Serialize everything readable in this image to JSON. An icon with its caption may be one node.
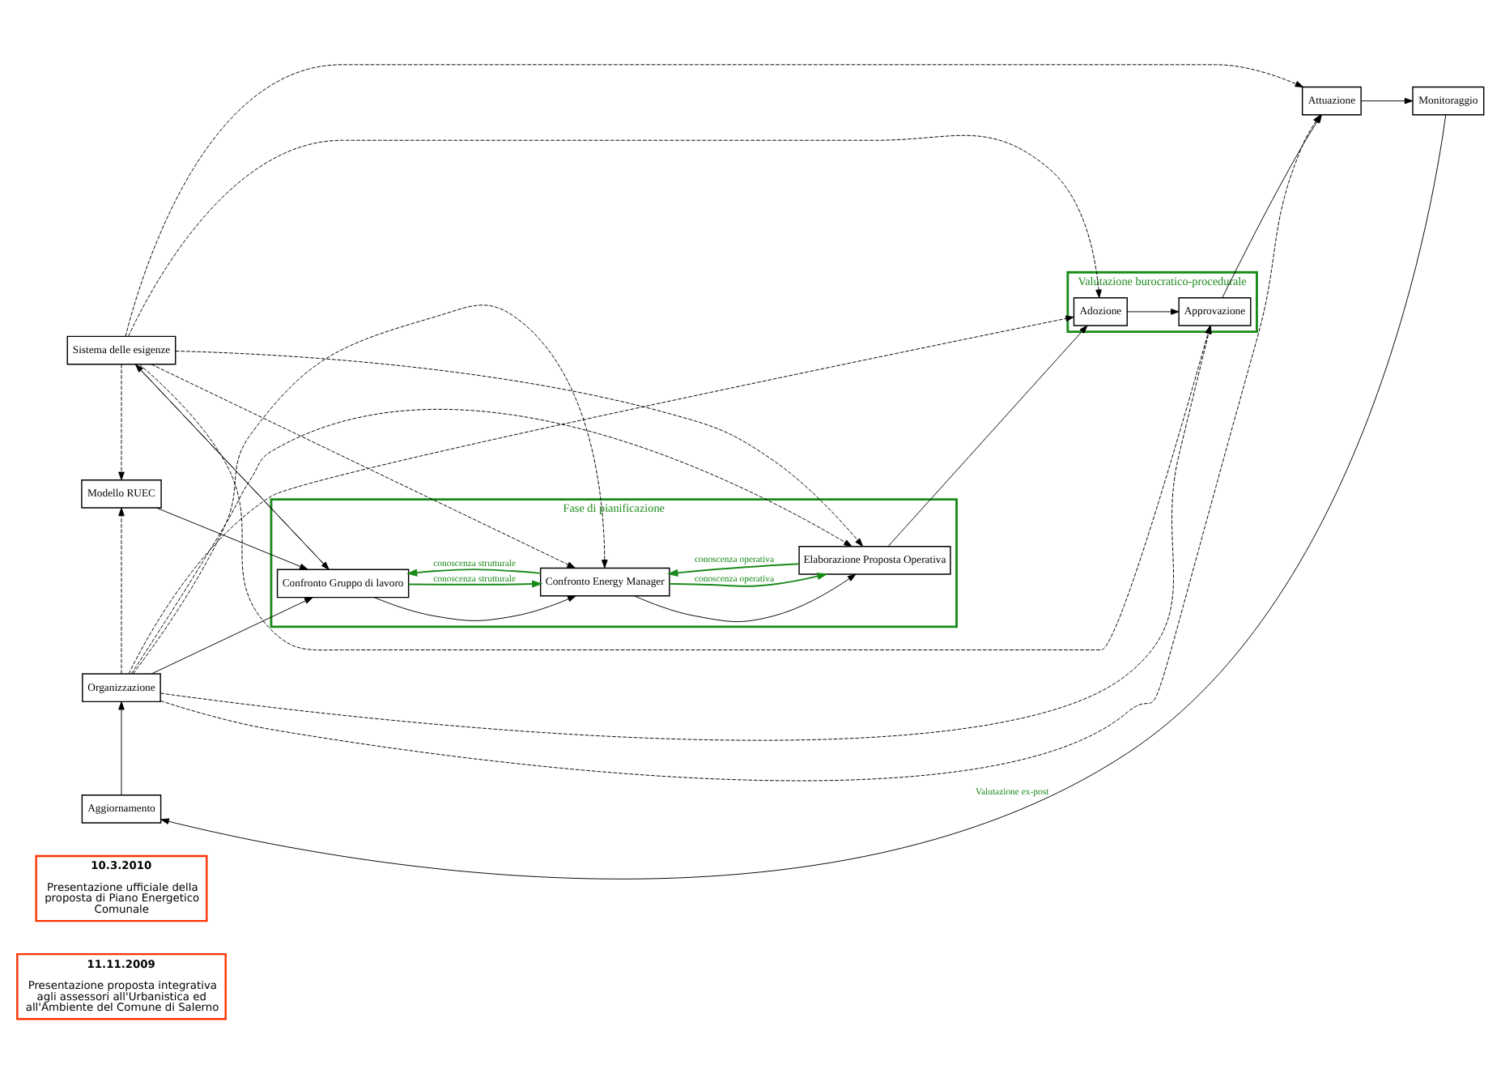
{
  "diagram": {
    "nodes": [
      {
        "text": [
          "11.11.2009",
          "Presentazione proposta integrativa agli assessori all'Urbanistica ed all'Ambiente del Comune di Salerno"
        ]
      },
      {
        "text": [
          "10.3.2010",
          "Presentazione ufficiale della proposta di Piano Energetico Comunale"
        ]
      },
      {
        "text": [
          "Sistema delle esigenze"
        ]
      },
      {
        "text": [
          "Fase di pianificazione"
        ]
      },
      {
        "text": [
          "Valutazione burocratico-procedurale"
        ]
      },
      {
        "text": [
          "Modello RUEC"
        ]
      },
      {
        "text": [
          "Confronto Gruppo di lavoro"
        ],
        "in": 3
      },
      {
        "text": [
          "Confronto Energy Manager"
        ],
        "in": 3
      },
      {
        "text": [
          "Elaborazione Proposta Operativa"
        ],
        "in": 3
      },
      {
        "text": [
          "Adozione"
        ],
        "in": 4
      },
      {
        "text": [
          "Approvazione"
        ],
        "in": 4
      },
      {
        "text": [
          "Attuazione"
        ]
      },
      {
        "text": [
          "Organizzazione"
        ]
      },
      {
        "text": [
          "Aggiornamento"
        ]
      },
      {
        "text": [
          "Monitoraggio"
        ]
      }
    ],
    "edges": [
      {
        "from": 5,
        "to": 6,
        "arrow": "to"
      },
      {
        "from": 6,
        "to": 7,
        "arrow": "to"
      },
      {
        "from": 7,
        "to": 8,
        "arrow": "to"
      },
      {
        "from": 8,
        "to": 9,
        "arrow": "to"
      },
      {
        "from": 9,
        "to": 10,
        "arrow": "to"
      },
      {
        "from": 10,
        "to": 11,
        "arrow": "to"
      },
      {
        "from": 2,
        "to": 6,
        "arrow": "to"
      },
      {
        "from": 6,
        "to": 2,
        "arrow": "to"
      },
      {
        "from": 2,
        "to": 5,
        "arrow": "to",
        "style": "dashed"
      },
      {
        "from": 2,
        "to": 7,
        "arrow": "to",
        "style": "dashed"
      },
      {
        "from": 2,
        "to": 8,
        "arrow": "to",
        "style": "dashed"
      },
      {
        "from": 2,
        "to": 9,
        "arrow": "to",
        "style": "dashed"
      },
      {
        "from": 2,
        "to": 10,
        "arrow": "to",
        "style": "dashed"
      },
      {
        "from": 2,
        "to": 11,
        "arrow": "to",
        "style": "dashed"
      },
      {
        "from": 12,
        "to": 5,
        "arrow": "to",
        "style": "dashed"
      },
      {
        "from": 12,
        "to": 6,
        "arrow": "to"
      },
      {
        "from": 12,
        "to": 7,
        "arrow": "to",
        "style": "dashed"
      },
      {
        "from": 12,
        "to": 8,
        "arrow": "to",
        "style": "dashed"
      },
      {
        "from": 12,
        "to": 9,
        "arrow": "to",
        "style": "dashed"
      },
      {
        "from": 12,
        "to": 10,
        "arrow": "to",
        "style": "dashed"
      },
      {
        "from": 12,
        "to": 11,
        "arrow": "to",
        "style": "dashed"
      },
      {
        "from": 7,
        "to": 6,
        "arrow": "to",
        "label": "conoscenza strutturale",
        "color": "#1a8a1a"
      },
      {
        "from": 6,
        "to": 7,
        "arrow": "to",
        "label": "conoscenza strutturale",
        "color": "#1a8a1a"
      },
      {
        "from": 7,
        "to": 8,
        "arrow": "to",
        "label": "conoscenza operativa",
        "color": "#1a8a1a"
      },
      {
        "from": 8,
        "to": 7,
        "arrow": "to",
        "label": "conoscenza operativa",
        "color": "#1a8a1a"
      },
      {
        "from": 11,
        "to": 14,
        "arrow": "to"
      },
      {
        "from": 14,
        "to": 13,
        "arrow": "to",
        "label": "Valutazione ex-post"
      },
      {
        "from": 13,
        "to": 12,
        "arrow": "to"
      }
    ]
  }
}
